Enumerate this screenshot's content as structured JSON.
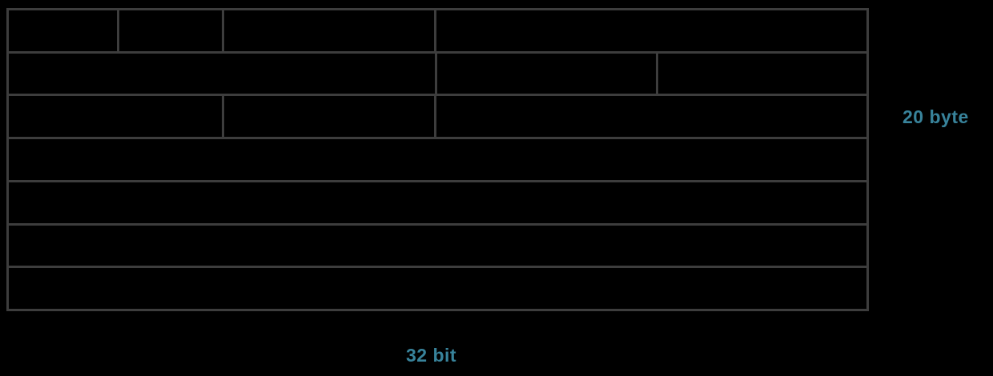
{
  "diagram": {
    "right_label": "20 byte",
    "bottom_label": "32 bit"
  },
  "colors": {
    "background": "#000000",
    "table_border": "#3d3d3d",
    "accent_teal": "#38839b"
  },
  "table": {
    "rows": [
      {
        "cells": [
          {
            "width_pct": 12.6,
            "text": ""
          },
          {
            "width_pct": 12.2,
            "text": ""
          },
          {
            "width_pct": 24.8,
            "text": ""
          },
          {
            "width_pct": 50.4,
            "text": ""
          }
        ]
      },
      {
        "cells": [
          {
            "width_pct": 49.7,
            "text": ""
          },
          {
            "width_pct": 25.7,
            "text": ""
          },
          {
            "width_pct": 24.6,
            "text": ""
          }
        ]
      },
      {
        "cells": [
          {
            "width_pct": 24.8,
            "text": ""
          },
          {
            "width_pct": 24.8,
            "text": ""
          },
          {
            "width_pct": 50.4,
            "text": ""
          }
        ]
      },
      {
        "cells": [
          {
            "width_pct": 100,
            "text": ""
          }
        ]
      },
      {
        "cells": [
          {
            "width_pct": 100,
            "text": ""
          }
        ]
      },
      {
        "cells": [
          {
            "width_pct": 100,
            "text": ""
          }
        ]
      },
      {
        "cells": [
          {
            "width_pct": 100,
            "text": ""
          }
        ]
      }
    ]
  }
}
